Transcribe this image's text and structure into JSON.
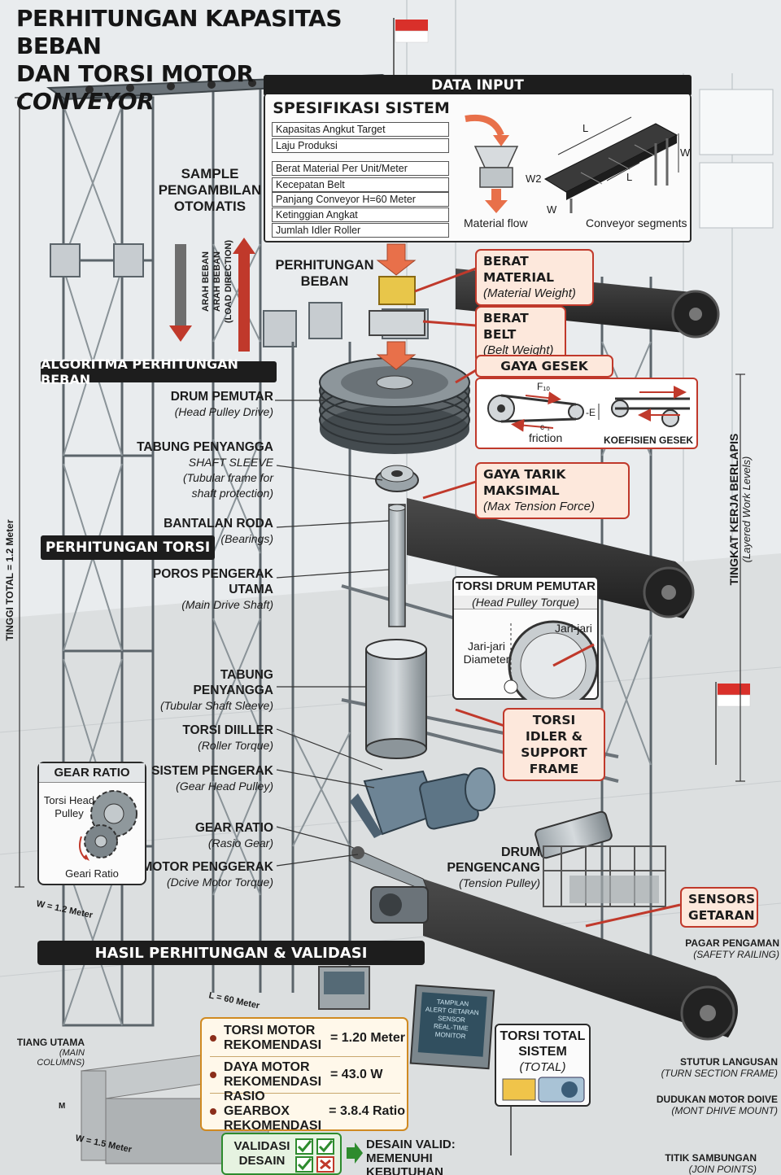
{
  "title": {
    "line1": "PERHITUNGAN KAPASITAS BEBAN",
    "line2_plain": "DAN TORSI MOTOR ",
    "line2_italic": "CONVEYOR"
  },
  "data_input": {
    "header": "DATA INPUT",
    "spec_title": "SPESIFIKASI SISTEM",
    "fields": [
      "Kapasitas Angkut Target",
      "Laju Produksi",
      "Berat Material Per Unit/Meter",
      "Kecepatan Belt",
      "Panjang Conveyor H=60 Meter",
      "Ketinggian Angkat",
      "Jumlah Idler Roller"
    ],
    "material_flow": "Material flow",
    "conveyor_segments": "Conveyor segments",
    "dim_l": "L",
    "dim_w": "W",
    "dim_w2": "W2"
  },
  "sample": {
    "line1": "SAMPLE",
    "line2": "PENGAMBILAN",
    "line3": "OTOMATIS"
  },
  "arah": {
    "l1": "ARAH BEBAN",
    "l2": "ARAH BEBAN",
    "l3": "(LOAD DIRECTION)"
  },
  "perhitungan_beban": {
    "l1": "PERHITUNGAN",
    "l2": "BEBAN"
  },
  "callouts": {
    "berat_material": {
      "title": "BERAT MATERIAL",
      "sub": "(Material Weight)"
    },
    "berat_belt": {
      "title": "BERAT BELT",
      "sub": "(Belt Weight)"
    },
    "gaya_gesek": {
      "title": "GAYA GESEK TOTAL",
      "f_label": "F₁ₒ",
      "e_label": "-E",
      "c_label": "c-₁",
      "friction": "friction",
      "koefisien": "KOEFISIEN GESEK"
    },
    "gaya_tarik": {
      "title": "GAYA TARIK MAKSIMAL",
      "sub": "(Max Tension Force)"
    },
    "torsi_drum": {
      "title": "TORSI DRUM PEMUTAR",
      "sub": "(Head Pulley Torque)",
      "jari1": "Jari-jari",
      "jari2": "Jari-jari",
      "diameter": "Diameter"
    },
    "torsi_idler": {
      "l1": "TORSI IDLER &",
      "l2": "SUPPORT FRAME"
    },
    "sensors": {
      "l1": "SENSORS",
      "l2": "GETARAN"
    }
  },
  "algoritma": "ALGORITMA PERHITUNGAN BEBAN",
  "perhitungan_torsi": "PERHITUNGAN TORSI",
  "components": [
    {
      "title": "DRUM PEMUTAR",
      "sub": "(Head Pulley Drive)"
    },
    {
      "title": "TABUNG PENYANGGA",
      "sub1": "SHAFT SLEEVE",
      "sub2": "(Tubular frame for",
      "sub3": "shaft protection)"
    },
    {
      "title": "BANTALAN RODA",
      "sub": "(Bearings)"
    },
    {
      "title": "POROS PENGERAK",
      "title2": "UTAMA",
      "sub": "(Main Drive Shaft)"
    },
    {
      "title": "TABUNG",
      "title2": "PENYANGGA",
      "sub": "(Tubular Shaft Sleeve)"
    },
    {
      "title": "TORSI DIILLER",
      "sub": "(Roller Torque)"
    },
    {
      "title": "SISTEM PENGERAK",
      "sub": "(Gear Head Pulley)"
    },
    {
      "title": "GEAR RATIO",
      "sub": "(Rasio Gear)"
    },
    {
      "title": "MOTOR PENGGERAK",
      "sub": "(Dcive Motor Torque)"
    }
  ],
  "gear_ratio_box": {
    "title": "GEAR RATIO",
    "torsi_head": "Torsi Head",
    "pulley": "Pulley",
    "gear_ratio": "Geari Ratio"
  },
  "drum_pengencang": {
    "l1": "DRUM",
    "l2": "PENGENCANG",
    "sub": "(Tension Pulley)"
  },
  "side": {
    "tinggi": "TINGGI TOTAL = 1.2 Meter",
    "tingkat": "TINGKAT KERJA BERLAPIS",
    "layered": "(Layered Work Levels)",
    "w_dim": "W = 1.2 Meter",
    "l_dim": "L = 60 Meter",
    "w2_dim": "W = 1.5 Meter",
    "m_label": "M"
  },
  "hasil": {
    "header": "HASIL PERHITUNGAN & VALIDASI",
    "rows": [
      {
        "l1": "TORSI MOTOR",
        "l2": "REKOMENDASI",
        "value": "= 1.20 Meter"
      },
      {
        "l1": "DAYA MOTOR",
        "l2": "REKOMENDASI",
        "value": "= 43.0 W"
      },
      {
        "l1": "RASIO GEARBOX",
        "l2": "REKOMENDASI",
        "value": "= 3.8.4 Ratio"
      }
    ],
    "validasi_l1": "VALIDASI",
    "validasi_l2": "DESAIN",
    "valid_l1": "DESAIN VALID:",
    "valid_l2": "MEMENUHI",
    "valid_l3": "KEBUTUHAN BEBAN"
  },
  "torsi_total": {
    "l1": "TORSI TOTAL",
    "l2": "SISTEM",
    "sub": "(TOTAL)"
  },
  "monitor_text": [
    "TAMPILAN",
    "ALERT GETARAN",
    "SENSOR",
    "REAL-TIME",
    "MONITOR"
  ],
  "right_labels": [
    {
      "title": "PAGAR PENGAMAN",
      "sub": "(SAFETY RAILING)"
    },
    {
      "title": "STUTUR LANGUSAN",
      "sub": "(TURN SECTION FRAME)"
    },
    {
      "title": "DUDUKAN MOTOR DOIVE",
      "sub": "(MONT DHIVE MOUNT)"
    },
    {
      "title": "TITIK SAMBUNGAN",
      "sub": "(JOIN POINTS)"
    }
  ],
  "tiang": {
    "title": "TIANG UTAMA",
    "sub": "(MAIN COLUMNS)"
  },
  "colors": {
    "accent_red": "#c0392b",
    "callout_fill": "#fde8dc",
    "dark_bar": "#1d1d1d",
    "result_border": "#d08a22",
    "arrow_orange": "#e8704a",
    "check_green": "#2e8b2e"
  }
}
